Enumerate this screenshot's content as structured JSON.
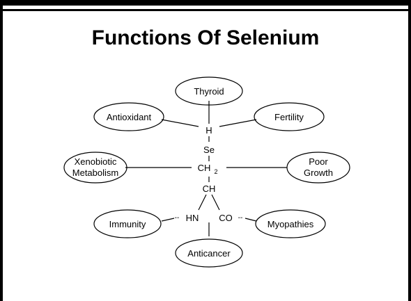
{
  "title": "Functions Of Selenium",
  "molecule": {
    "h": "H",
    "se": "Se",
    "ch2_main": "CH",
    "ch2_sub": "2",
    "ch": "CH",
    "hn": "HN",
    "co": "CO",
    "hn_dash": "--",
    "co_dash": "--"
  },
  "functions": {
    "thyroid": "Thyroid",
    "antioxidant": "Antioxidant",
    "fertility": "Fertility",
    "xenobiotic_line1": "Xenobiotic",
    "xenobiotic_line2": "Metabolism",
    "poor_growth_line1": "Poor",
    "poor_growth_line2": "Growth",
    "immunity": "Immunity",
    "myopathies": "Myopathies",
    "anticancer": "Anticancer"
  }
}
